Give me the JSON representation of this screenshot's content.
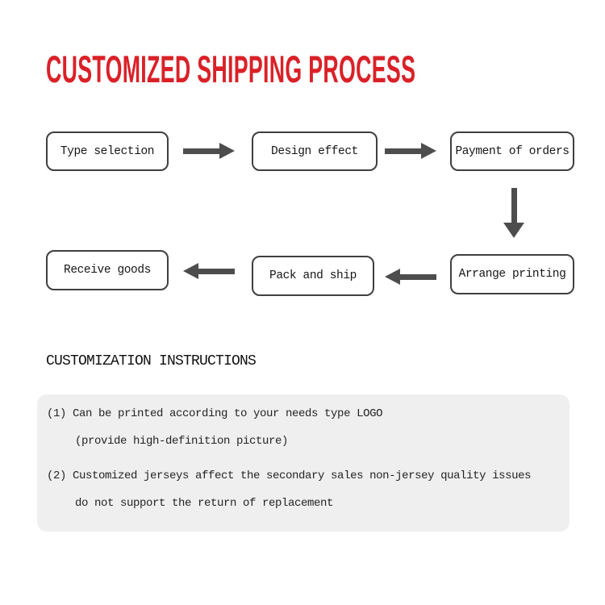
{
  "title": {
    "text": "CUSTOMIZED SHIPPING PROCESS"
  },
  "flowchart": {
    "steps": [
      {
        "label": "Type selection"
      },
      {
        "label": "Design effect"
      },
      {
        "label": "Payment of orders"
      },
      {
        "label": "Arrange printing"
      },
      {
        "label": "Pack and ship"
      },
      {
        "label": "Receive goods"
      }
    ],
    "arrow_directions": [
      "right",
      "right",
      "down",
      "left",
      "left"
    ]
  },
  "instructions": {
    "heading": "CUSTOMIZATION INSTRUCTIONS",
    "items": [
      {
        "lines": [
          "(1) Can be printed according to your needs type LOGO",
          "(provide high-definition picture)"
        ]
      },
      {
        "lines": [
          "(2) Customized jerseys affect the secondary sales non-jersey quality issues",
          "do not support the return of replacement"
        ]
      }
    ]
  },
  "icons": {
    "arrow_right": "css-triangle-right",
    "arrow_left": "css-triangle-left",
    "arrow_down": "css-triangle-down"
  },
  "colors": {
    "accent_red": "#da2128",
    "box_border": "#3f3f3f",
    "arrow_gray": "#4d4d4d",
    "panel_bg": "#f0efef",
    "text_dark": "#1b1b1b"
  }
}
